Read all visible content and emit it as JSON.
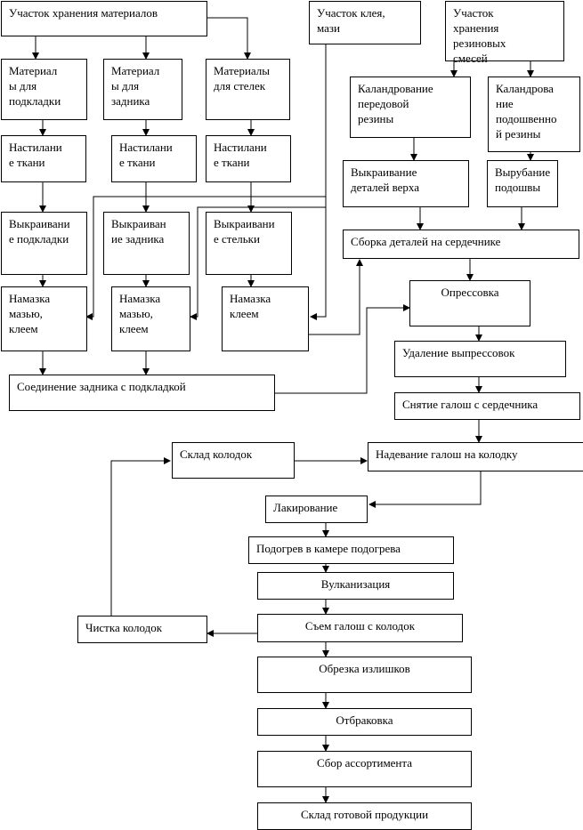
{
  "nodes": {
    "storage_materials": "Участок хранения материалов",
    "glue_area": "Участок клея,\n        мази",
    "rubber_storage": "Участок\nхранения\nрезиновых\nсмесей",
    "lining_materials": "Материал\nы для\nподкладки",
    "heel_materials": "Материал\nы для\nзадника",
    "insole_materials": "Материалы\nдля стелек",
    "calender_upper": "Каландрование\nпередовой\nрезины",
    "calender_sole": "Каландрова\nние\nподошвенно\nй резины",
    "spread_1": "Настилани\nе ткани",
    "spread_2": "Настилани\nе ткани",
    "spread_3": "Настилани\nе ткани",
    "cut_upper": "Выкраивание\nдеталей верха",
    "cut_sole": "Вырубание\nподошвы",
    "cut_lining": "Выкраивани\nе подкладки",
    "cut_heel": "Выкраиван\nие задника",
    "cut_insole": "Выкраивани\nе стельки",
    "assembly_core": "Сборка деталей на сердечнике",
    "pressing": "Опрессовка",
    "coat_1": "Намазка\nмазью,\nклеем",
    "coat_2": "Намазка\nмазью,\nклеем",
    "coat_glue": "Намазка\nклеем",
    "remove_flash": "Удаление выпрессовок",
    "join_heel_lining": "Соединение задника с подкладкой",
    "remove_from_core": "Снятие галош с сердечника",
    "last_storage": "Склад колодок",
    "put_on_last": "Надевание галош на колодку",
    "lacquering": "Лакирование",
    "preheat": "Подогрев в камере подогрева",
    "vulcanization": "Вулканизация",
    "last_cleaning": "Чистка колодок",
    "remove_from_last": "Съем галош с колодок",
    "trim_excess": "Обрезка излишков",
    "rejection": "Отбраковка",
    "assortment": "Сбор ассортимента",
    "finished_storage": "Склад готовой продукции"
  },
  "colors": {
    "line": "#000000",
    "box_fill": "#ffffff",
    "text": "#000000"
  }
}
